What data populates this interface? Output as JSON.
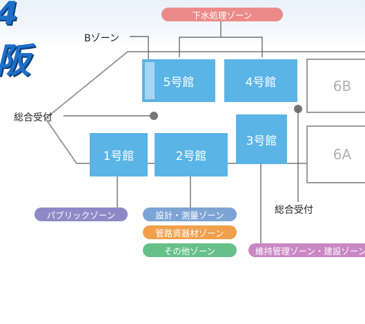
{
  "logo": {
    "line1": "4",
    "line2": "阪"
  },
  "halls": {
    "h5": "5号館",
    "h4": "4号館",
    "h3": "3号館",
    "h2": "2号館",
    "h1": "1号館",
    "h6b": "6B",
    "h6a": "6A"
  },
  "labels": {
    "bzone": "Bゾーン",
    "reception_left": "総合受付",
    "reception_right": "総合受付"
  },
  "zones": {
    "sewage": "下水処理ゾーン",
    "public": "パブリックゾーン",
    "design": "設計・測量ゾーン",
    "pipes": "管路資器材ゾーン",
    "other": "その他ゾーン",
    "maintenance": "維持管理ゾーン・建設ゾーン"
  },
  "colors": {
    "hall": "#5ab4e6",
    "bzone_strip": "#a8d4f3",
    "sewage": "#ec8a8a",
    "public": "#8e89c6",
    "design": "#7ea4d6",
    "pipes": "#f0a04b",
    "other": "#66c08a",
    "maintenance": "#c987c4",
    "line": "#555555",
    "outline": "#9a9a9a",
    "dot": "#777777"
  }
}
